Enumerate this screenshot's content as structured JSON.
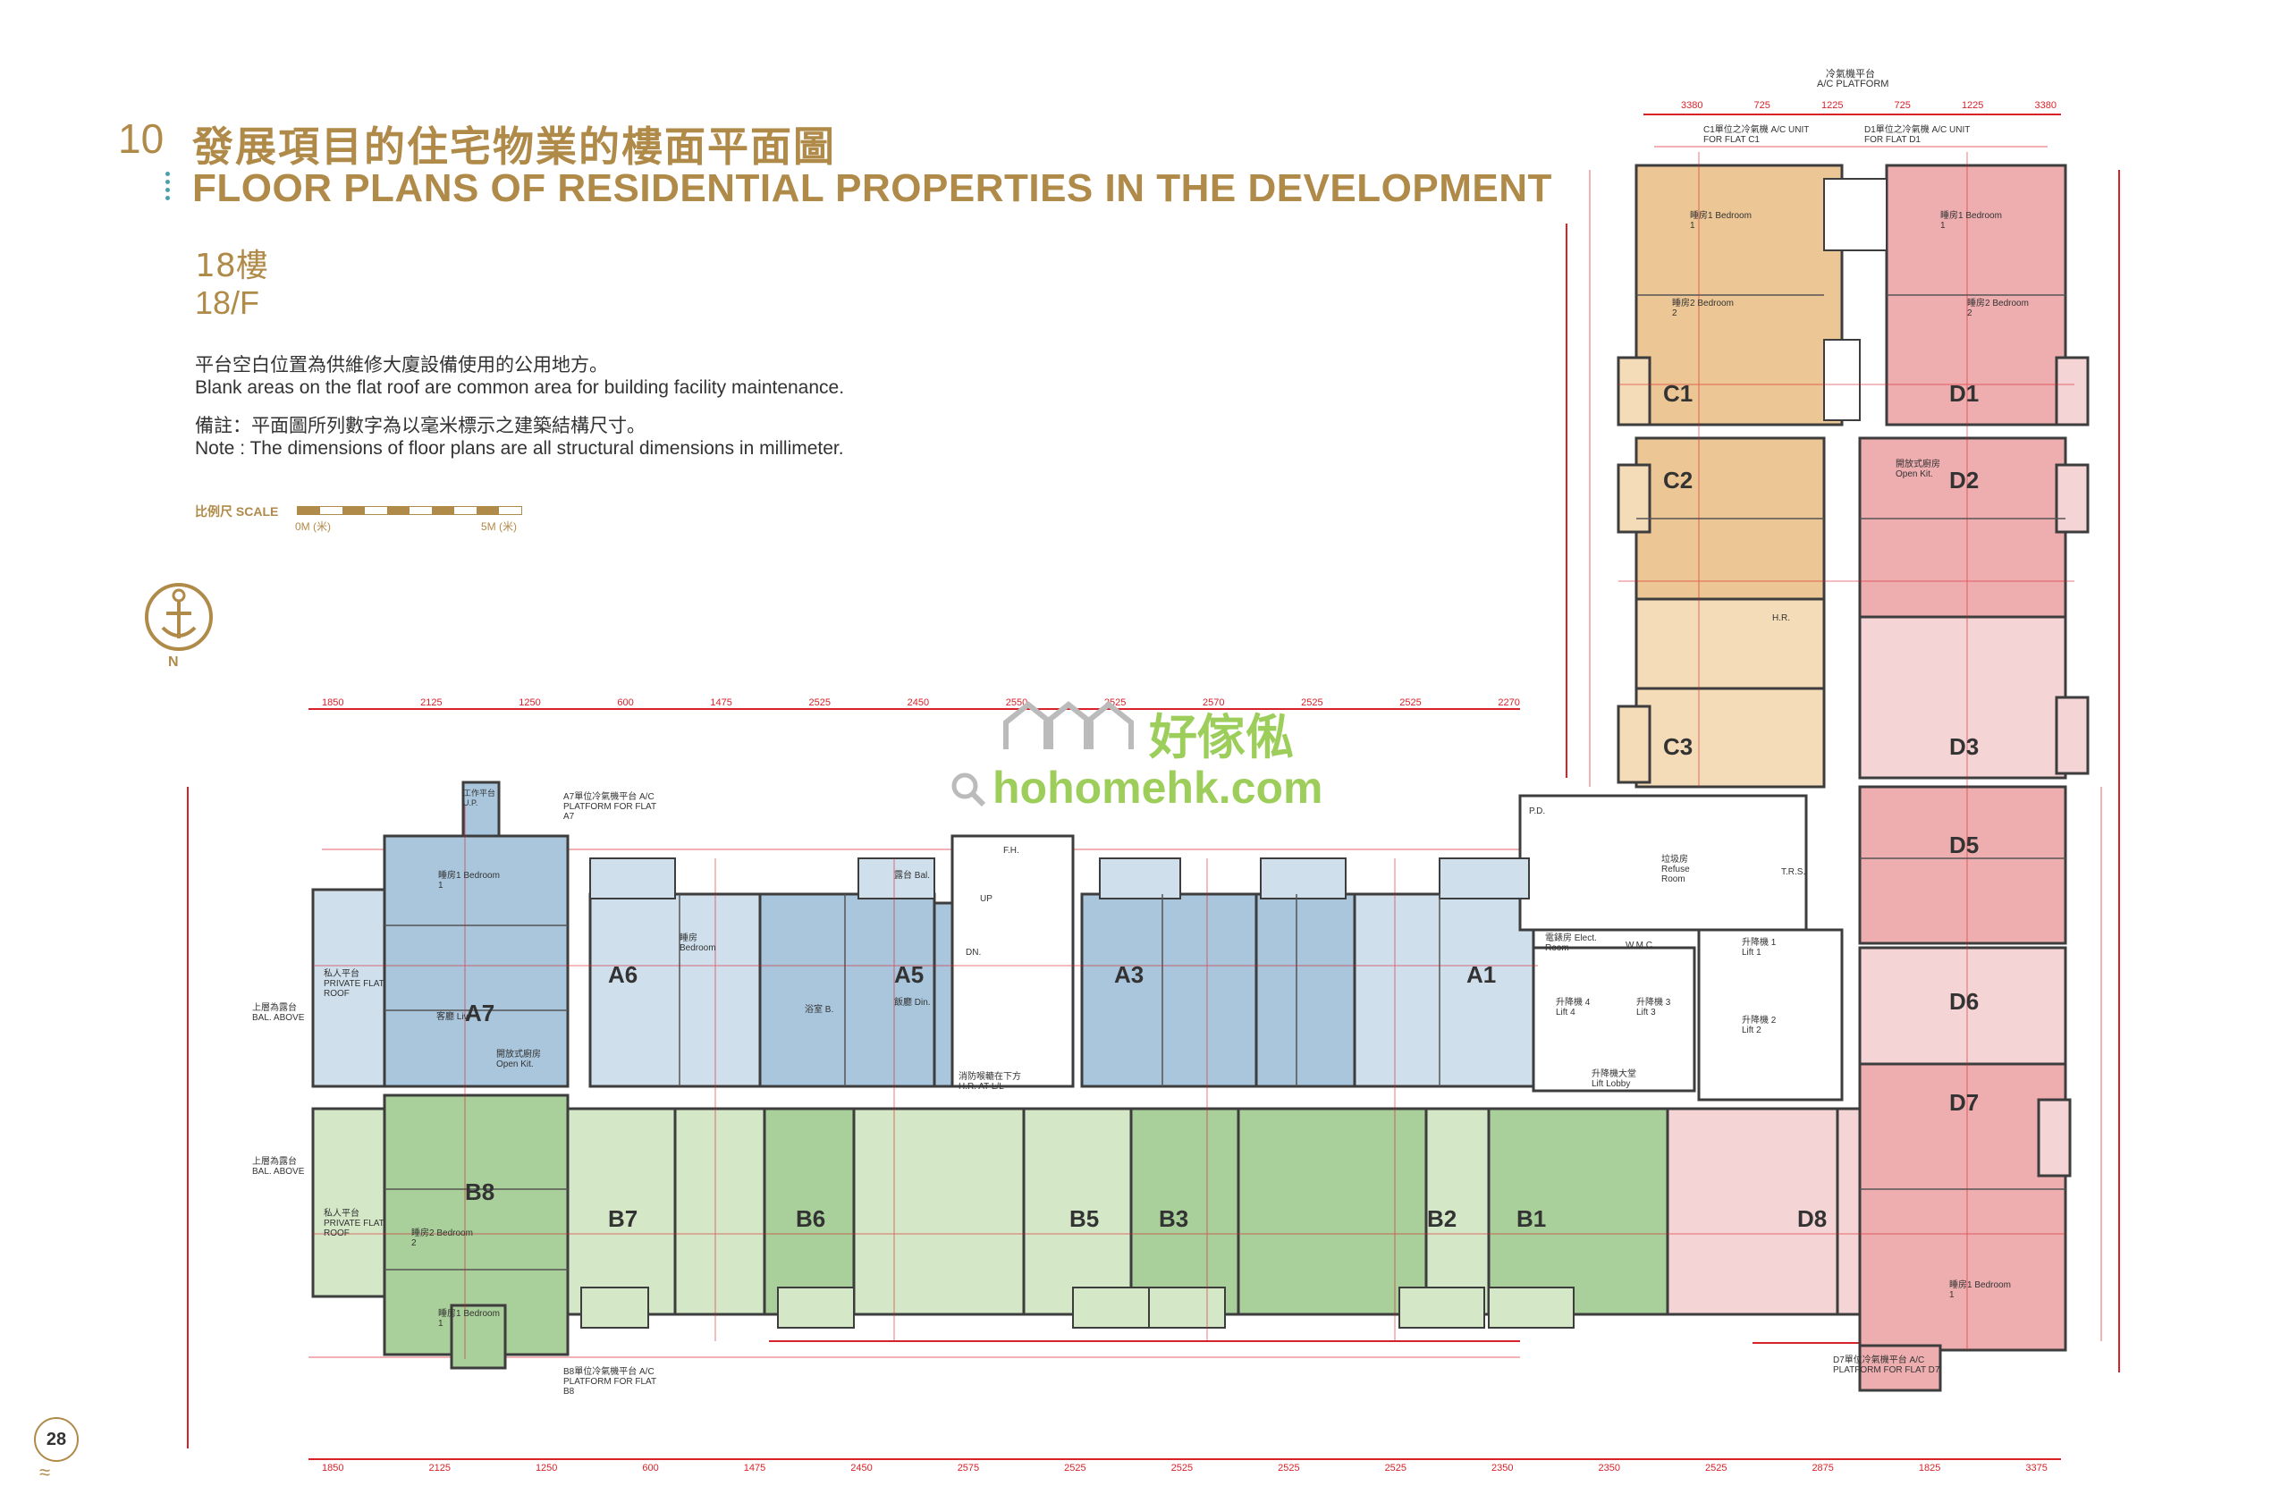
{
  "header": {
    "section_number": "10",
    "title_zh": "發展項目的住宅物業的樓面平面圖",
    "title_en": "FLOOR PLANS OF RESIDENTIAL PROPERTIES IN THE DEVELOPMENT",
    "floor_zh": "18樓",
    "floor_en": "18/F"
  },
  "notes": {
    "line1_zh": "平台空白位置為供維修大廈設備使用的公用地方。",
    "line1_en": "Blank areas on the flat roof are common area for building facility maintenance.",
    "line2_zh": "備註：平面圖所列數字為以毫米標示之建築結構尺寸。",
    "line2_en": "Note : The dimensions of floor plans are all structural dimensions in millimeter."
  },
  "scale": {
    "label": "比例尺 SCALE",
    "start": "0M (米)",
    "end": "5M (米)"
  },
  "compass": {
    "label": "N"
  },
  "page_number": "28",
  "watermark": {
    "brand": "好傢俬",
    "url": "hohomehk.com"
  },
  "colors": {
    "gold": "#b08a48",
    "flat_a": "#a9c6dc",
    "flat_b": "#a9cf9a",
    "flat_c": "#ecc795",
    "flat_d": "#eeaeb0",
    "dimension_red": "#d8222a"
  },
  "flats": {
    "A1": "A1",
    "A3": "A3",
    "A5": "A5",
    "A6": "A6",
    "A7": "A7",
    "B1": "B1",
    "B2": "B2",
    "B3": "B3",
    "B5": "B5",
    "B6": "B6",
    "B7": "B7",
    "B8": "B8",
    "C1": "C1",
    "C2": "C2",
    "C3": "C3",
    "D1": "D1",
    "D2": "D2",
    "D3": "D3",
    "D5": "D5",
    "D6": "D6",
    "D7": "D7",
    "D8": "D8"
  },
  "plan_labels": {
    "ac_platform_top_zh": "冷氣機平台",
    "ac_platform_top_en": "A/C PLATFORM",
    "ac_c1": "C1單位之冷氣機 A/C UNIT FOR FLAT C1",
    "ac_d1": "D1單位之冷氣機 A/C UNIT FOR FLAT D1",
    "ac_a7": "A7單位冷氣機平台 A/C PLATFORM FOR FLAT A7",
    "ac_b8": "B8單位冷氣機平台 A/C PLATFORM FOR FLAT B8",
    "ac_d7": "D7單位冷氣機平台 A/C PLATFORM FOR FLAT D7",
    "private_roof_a7": "私人平台 PRIVATE FLAT ROOF",
    "private_roof_b8": "私人平台 PRIVATE FLAT ROOF",
    "bal_above_1": "上層為露台 BAL. ABOVE",
    "bal_above_2": "上層為露台 BAL. ABOVE",
    "lift_lobby": "升降機大堂 Lift Lobby",
    "lift1": "升降機 1 Lift 1",
    "lift2": "升降機 2 Lift 2",
    "lift3": "升降機 3 Lift 3",
    "lift4": "升降機 4 Lift 4",
    "refuse_room": "垃圾房 Refuse Room",
    "elect_room": "電錶房 Elect. Room",
    "wmc": "W.M.C.",
    "trs": "T.R.S.",
    "pd": "P.D.",
    "fh": "F.H.",
    "hr": "H.R.",
    "up": "UP",
    "dn": "DN.",
    "hr_at_ll": "消防喉轆在下方 H.R. AT L/L"
  },
  "room_labels": {
    "bedroom1": "睡房1 Bedroom 1",
    "bedroom2": "睡房2 Bedroom 2",
    "bedroom": "睡房 Bedroom",
    "living": "客廳 Liv.",
    "dining": "飯廳 Din.",
    "open_kit": "開放式廚房 Open Kit.",
    "balcony": "露台 Bal.",
    "bath": "浴室 B.",
    "ut": "工作平台 U.P."
  },
  "dimensions_top": [
    "1850",
    "2125",
    "1250",
    "600",
    "1475",
    "2525",
    "2450",
    "2550",
    "2525",
    "2570",
    "2525",
    "2525",
    "2270"
  ],
  "dimensions_bottom": [
    "1850",
    "2125",
    "1250",
    "600",
    "1475",
    "2450",
    "2575",
    "2525",
    "2525",
    "2525",
    "2525",
    "2350",
    "2350",
    "2525",
    "2875",
    "1825",
    "3375"
  ],
  "dimensions_tower_top": [
    "3380",
    "725",
    "1225",
    "725",
    "1225",
    "3380"
  ]
}
